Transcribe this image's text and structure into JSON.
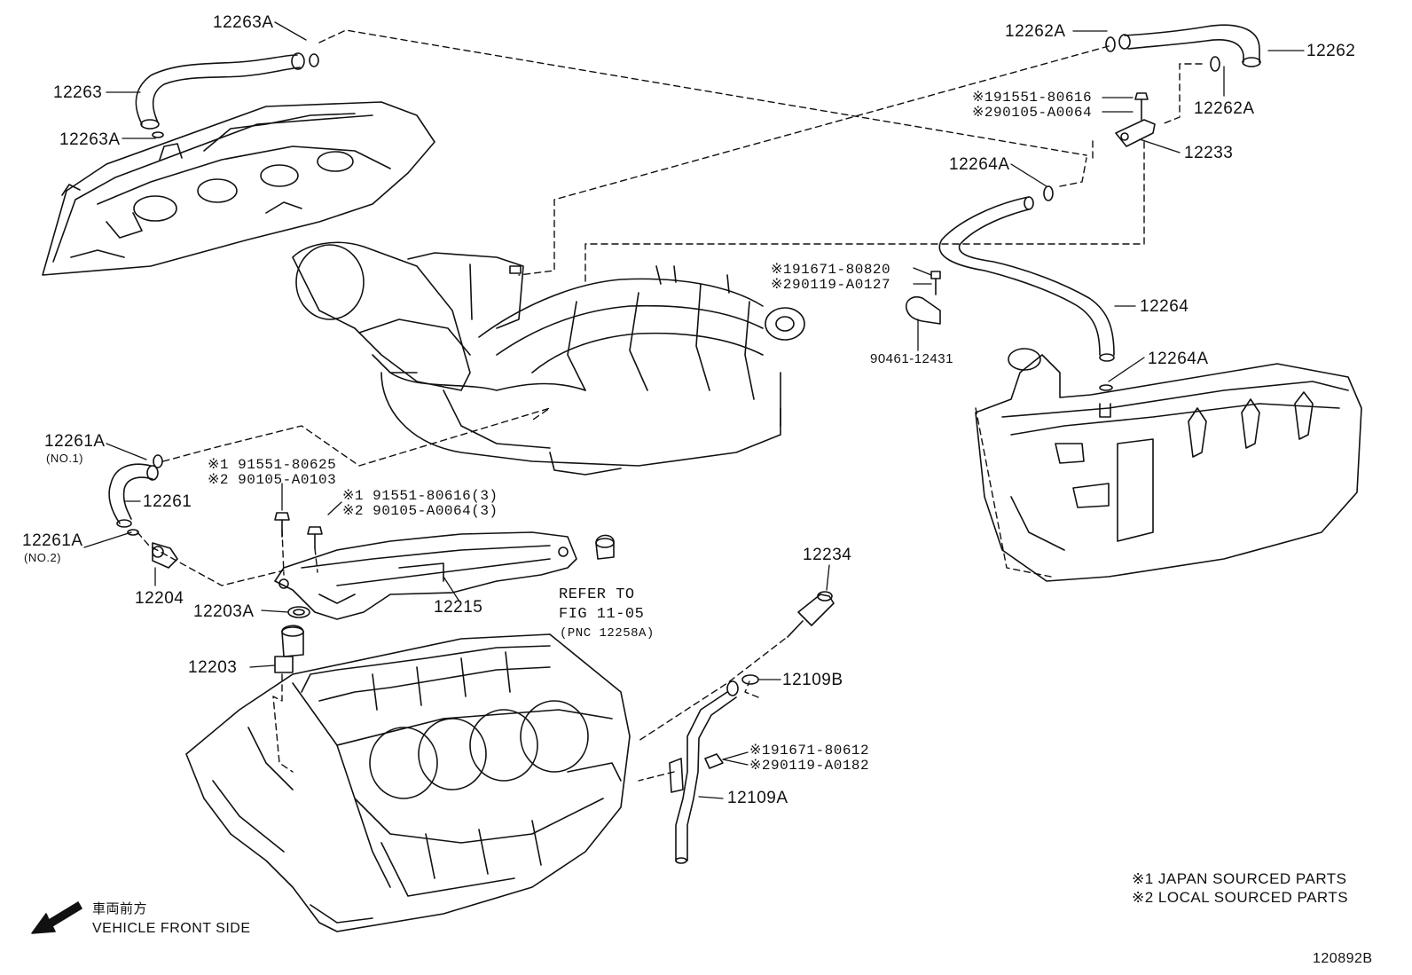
{
  "part_labels": {
    "p12263A_top": "12263A",
    "p12263": "12263",
    "p12263A_bottom": "12263A",
    "p12262A_top": "12262A",
    "p12262": "12262",
    "p12262A_right": "12262A",
    "p12233": "12233",
    "p12264A_top": "12264A",
    "p12264": "12264",
    "p12264A_bottom": "12264A",
    "p90461": "90461-12431",
    "p12261A_no1": "12261A",
    "p12261": "12261",
    "p12261A_no2": "12261A",
    "p12204": "12204",
    "p12203A": "12203A",
    "p12215": "12215",
    "p12203": "12203",
    "p12234": "12234",
    "p12109B": "12109B",
    "p12109A": "12109A"
  },
  "qualifiers": {
    "no1": "(NO.1)",
    "no2": "(NO.2)"
  },
  "source_refs": {
    "r1": {
      "line1": "※191551-80616",
      "line2": "※290105-A0064"
    },
    "r2": {
      "line1": "※191671-80820",
      "line2": "※290119-A0127"
    },
    "r3": {
      "line1": "※1 91551-80625",
      "line2": "※2 90105-A0103"
    },
    "r4": {
      "line1": "※1 91551-80616(3)",
      "line2": "※2 90105-A0064(3)"
    },
    "r5": {
      "line1": "※191671-80612",
      "line2": "※290119-A0182"
    }
  },
  "refer_note": {
    "line1": "REFER TO",
    "line2": "FIG 11-05",
    "line3": "(PNC 12258A)"
  },
  "legend": {
    "japan": "※1 JAPAN SOURCED PARTS",
    "local": "※2 LOCAL SOURCED PARTS"
  },
  "direction": {
    "jp": "車両前方",
    "en": "VEHICLE FRONT SIDE"
  },
  "illustration_number": "120892B"
}
